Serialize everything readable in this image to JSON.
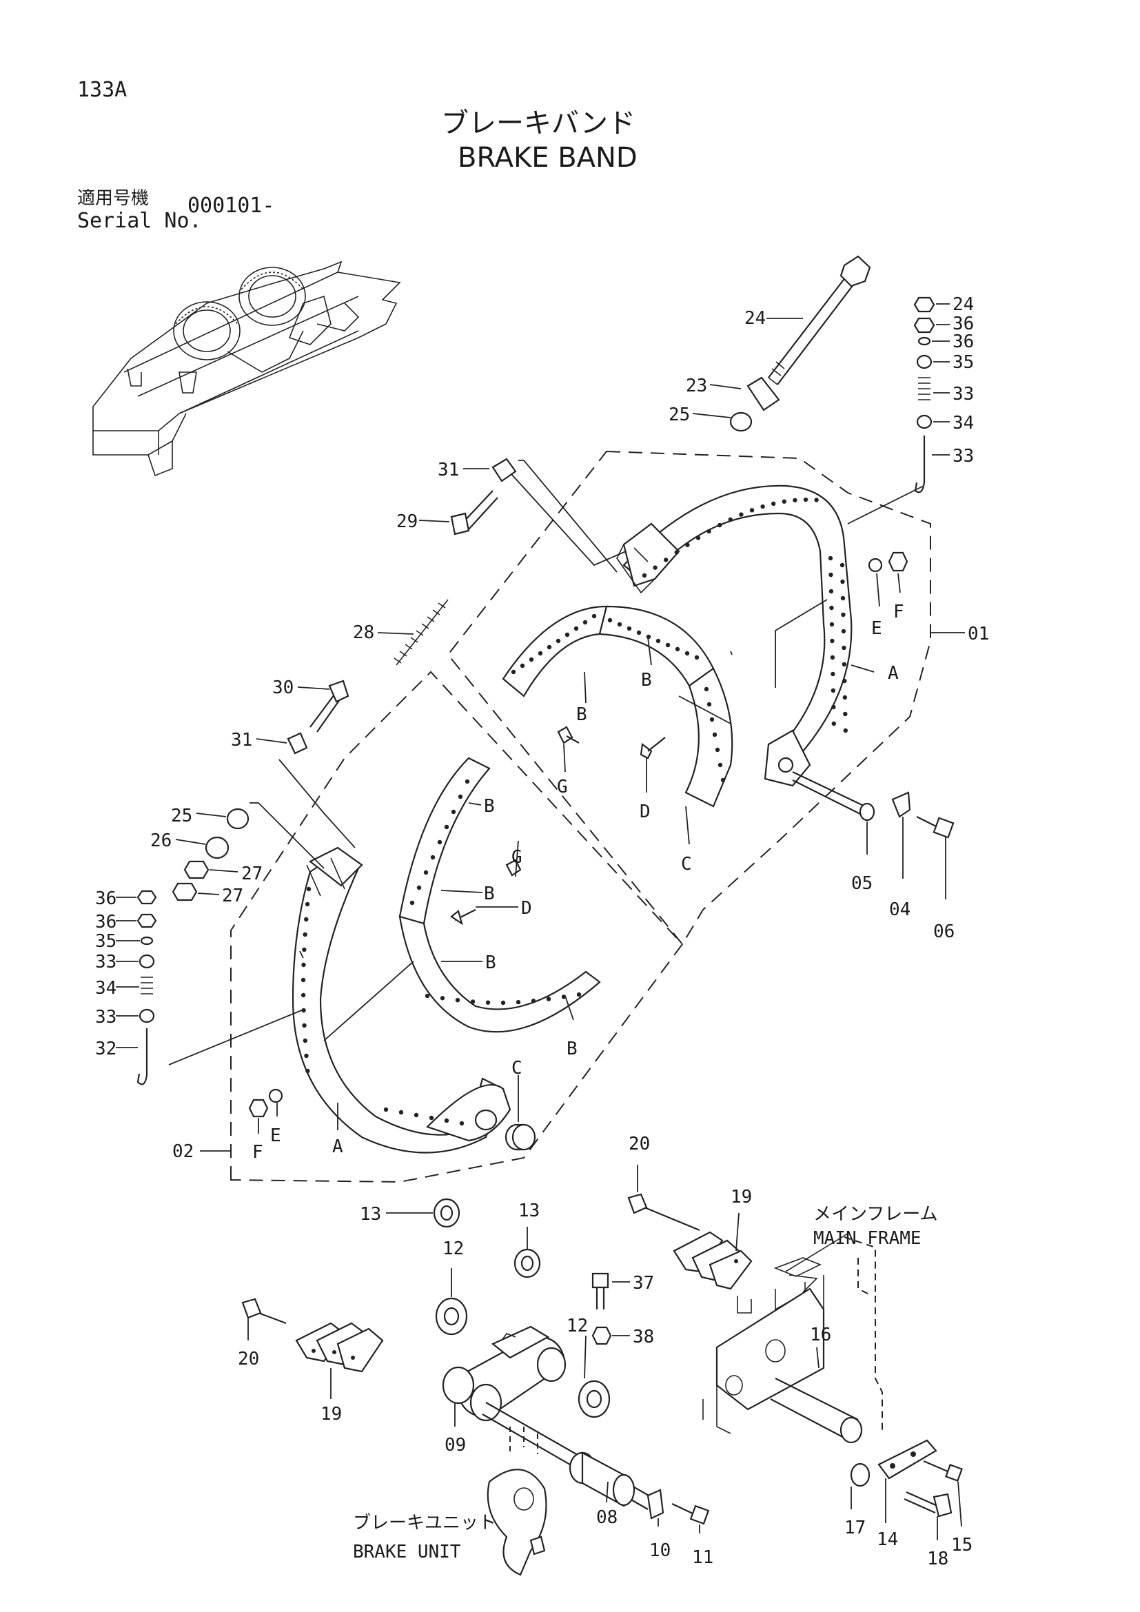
{
  "header": {
    "page_code": "133A",
    "title_jp": "ブレーキバンド",
    "title_en": "BRAKE BAND",
    "serial_label_jp": "適用号機",
    "serial_label_en": "Serial No.",
    "serial_value": "000101-"
  },
  "annotations": {
    "main_frame_jp": "メインフレーム",
    "main_frame_en": "MAIN FRAME",
    "brake_unit_jp": "ブレーキユニット",
    "brake_unit_en": "BRAKE UNIT"
  },
  "callouts": [
    "24",
    "36",
    "36",
    "35",
    "33",
    "34",
    "33",
    "32",
    "23",
    "25",
    "31",
    "29",
    "28",
    "30",
    "31",
    "01",
    "A",
    "B",
    "B",
    "B",
    "C",
    "D",
    "E",
    "F",
    "G",
    "05",
    "04",
    "06",
    "25",
    "26",
    "27",
    "27",
    "36",
    "36",
    "35",
    "33",
    "34",
    "33",
    "32",
    "B",
    "G",
    "B",
    "D",
    "B",
    "B",
    "A",
    "E",
    "F",
    "C",
    "02",
    "13",
    "13",
    "12",
    "12",
    "20",
    "19",
    "37",
    "38",
    "16",
    "20",
    "19",
    "09",
    "08",
    "10",
    "11",
    "17",
    "14",
    "18",
    "15"
  ]
}
